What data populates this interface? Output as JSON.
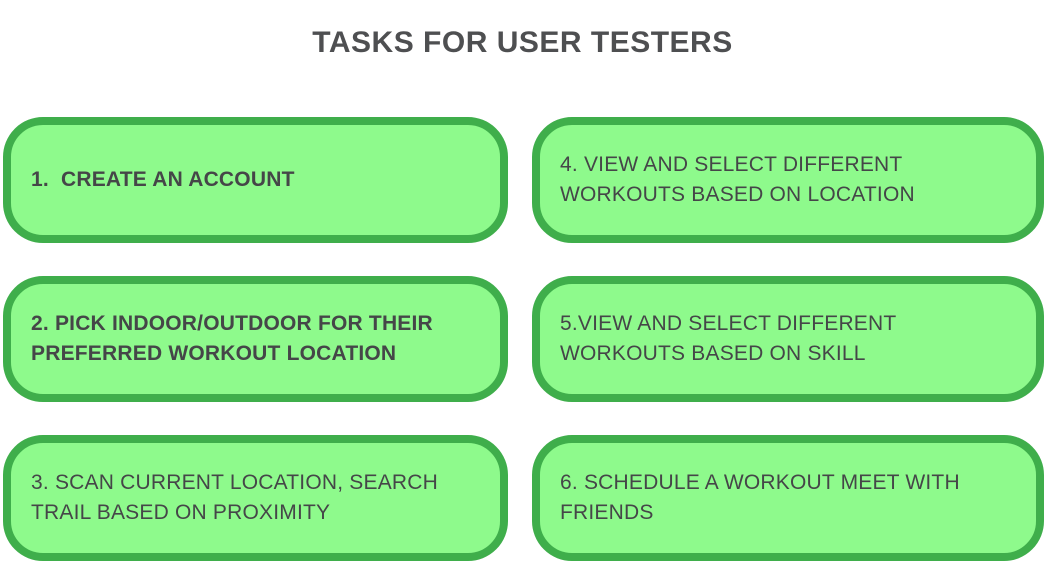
{
  "title": "TASKS FOR USER TESTERS",
  "colors": {
    "background": "#ffffff",
    "card_fill": "#8efa8c",
    "card_border": "#3fae4b",
    "card_text": "#454648",
    "title_text": "#4e4f51"
  },
  "tasks": [
    {
      "id": "1",
      "label": "1.  CREATE AN ACCOUNT"
    },
    {
      "id": "2",
      "label": "2. PICK INDOOR/OUTDOOR FOR THEIR\nPREFERRED WORKOUT LOCATION"
    },
    {
      "id": "3",
      "label": "3. SCAN CURRENT LOCATION, SEARCH\nTRAIL BASED ON PROXIMITY"
    },
    {
      "id": "4",
      "label": "4. VIEW AND SELECT DIFFERENT\nWORKOUTS BASED ON LOCATION"
    },
    {
      "id": "5",
      "label": "5.VIEW AND SELECT DIFFERENT\nWORKOUTS BASED ON SKILL"
    },
    {
      "id": "6",
      "label": "6. SCHEDULE A WORKOUT MEET WITH\nFRIENDS"
    }
  ]
}
